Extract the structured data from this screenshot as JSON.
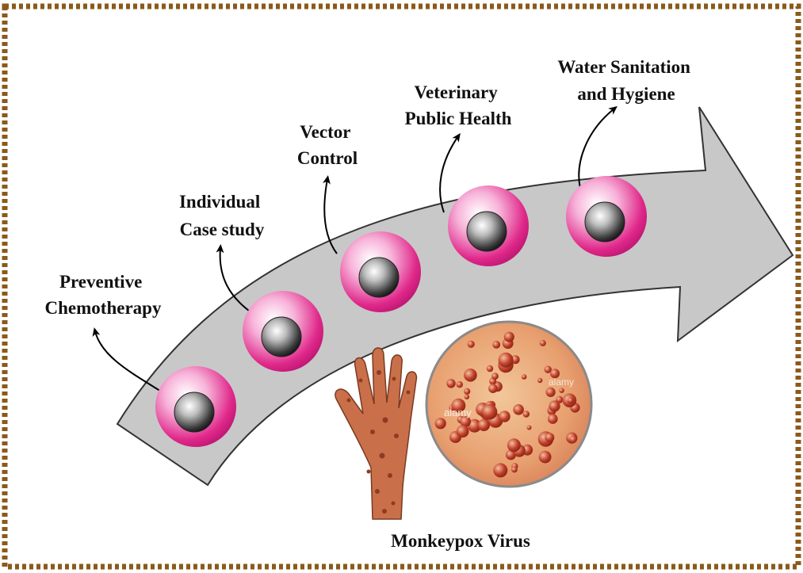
{
  "diagram": {
    "steps": [
      {
        "lines": [
          "Preventive",
          "Chemotherapy"
        ]
      },
      {
        "lines": [
          "Individual",
          "Case study"
        ]
      },
      {
        "lines": [
          "Vector",
          "Control"
        ]
      },
      {
        "lines": [
          "Veterinary",
          "Public Health"
        ]
      },
      {
        "lines": [
          "Water Sanitation",
          "and Hygiene"
        ]
      }
    ],
    "caption": "Monkeypox Virus",
    "watermark": "alamy",
    "colors": {
      "arrow_fill": "#c8c8c8",
      "arrow_stroke": "#333333",
      "ring": "#e0288a",
      "border_dash": "#8b5a1a",
      "skin": "#c9704a",
      "lesion": "#c0402a"
    }
  }
}
